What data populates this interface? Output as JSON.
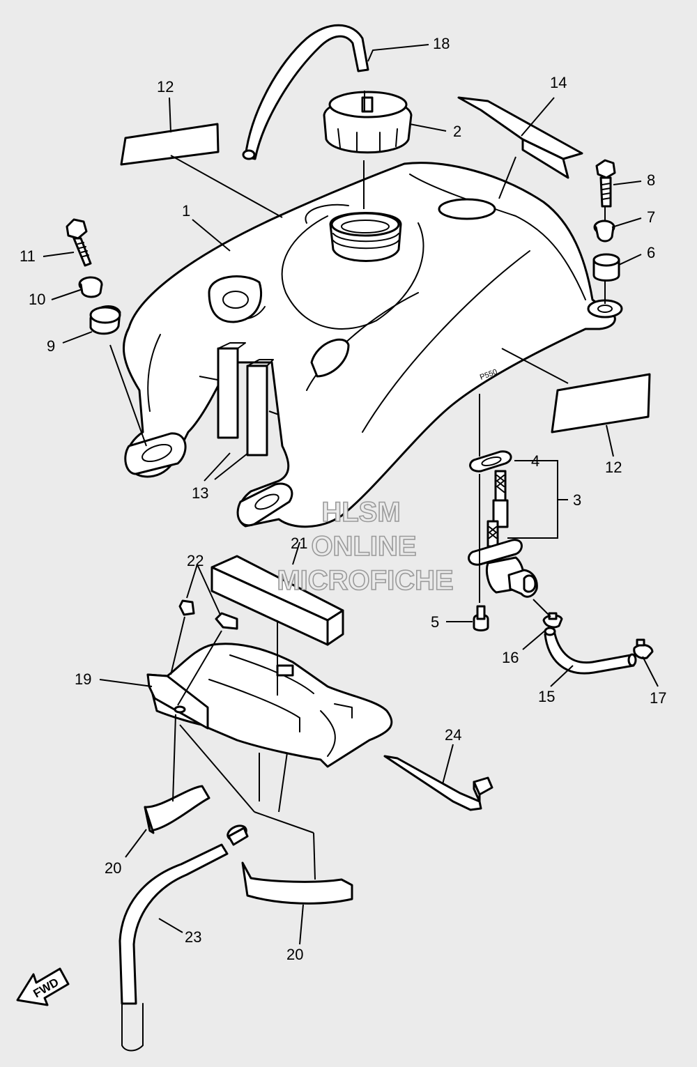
{
  "callouts": {
    "c1": "1",
    "c2": "2",
    "c3": "3",
    "c4": "4",
    "c5": "5",
    "c6": "6",
    "c7": "7",
    "c8": "8",
    "c9": "9",
    "c10": "10",
    "c11": "11",
    "c12a": "12",
    "c12b": "12",
    "c13": "13",
    "c14": "14",
    "c15": "15",
    "c16": "16",
    "c17": "17",
    "c18": "18",
    "c19": "19",
    "c20a": "20",
    "c20b": "20",
    "c21": "21",
    "c22": "22",
    "c23": "23",
    "c24": "24"
  },
  "watermark": {
    "line1": "HLSM",
    "line2": "ONLINE",
    "line3": "MICROFICHE"
  },
  "fwd_label": "FWD",
  "colors": {
    "background": "#ebebeb",
    "line": "#000000",
    "fill": "#ffffff",
    "watermark_stroke": "#9a9a9a"
  }
}
